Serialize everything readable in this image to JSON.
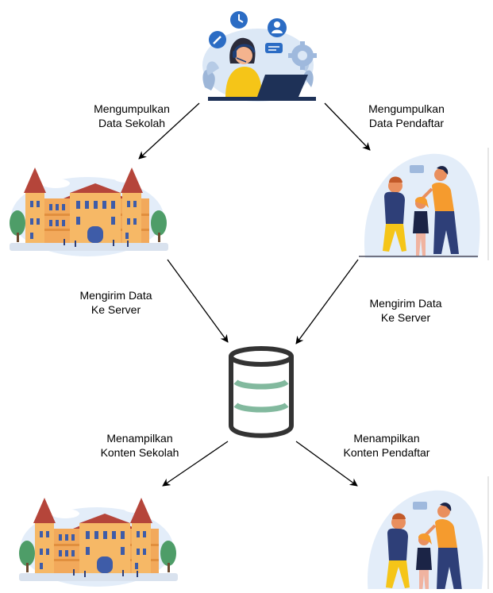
{
  "diagram": {
    "nodes": {
      "admin": {
        "icon": "operator-laptop-icon"
      },
      "school_top": {
        "icon": "school-building-icon"
      },
      "applicant_top": {
        "icon": "family-applicant-icon"
      },
      "database": {
        "icon": "database-cylinder-icon"
      },
      "school_bottom": {
        "icon": "school-building-icon"
      },
      "applicant_bottom": {
        "icon": "family-applicant-icon"
      }
    },
    "edges": [
      {
        "from": "admin",
        "to": "school_top",
        "label_lines": [
          "Mengumpulkan",
          "Data Sekolah"
        ]
      },
      {
        "from": "admin",
        "to": "applicant_top",
        "label_lines": [
          "Mengumpulkan",
          "Data Pendaftar"
        ]
      },
      {
        "from": "school_top",
        "to": "database",
        "label_lines": [
          "Mengirim Data",
          "Ke Server"
        ]
      },
      {
        "from": "applicant_top",
        "to": "database",
        "label_lines": [
          "Mengirim Data",
          "Ke Server"
        ]
      },
      {
        "from": "database",
        "to": "school_bottom",
        "label_lines": [
          "Menampilkan",
          "Konten Sekolah"
        ]
      },
      {
        "from": "database",
        "to": "applicant_bottom",
        "label_lines": [
          "Menampilkan",
          "Konten Pendaftar"
        ]
      }
    ],
    "colors": {
      "db_stroke": "#333333",
      "db_band": "#82B99E",
      "building_wall": "#F2A95B",
      "roof": "#B5453A",
      "shirt_blue": "#2E3F78",
      "orange": "#F59B2E",
      "yellow": "#F5C518",
      "backdrop": "#E3EDF9"
    }
  }
}
